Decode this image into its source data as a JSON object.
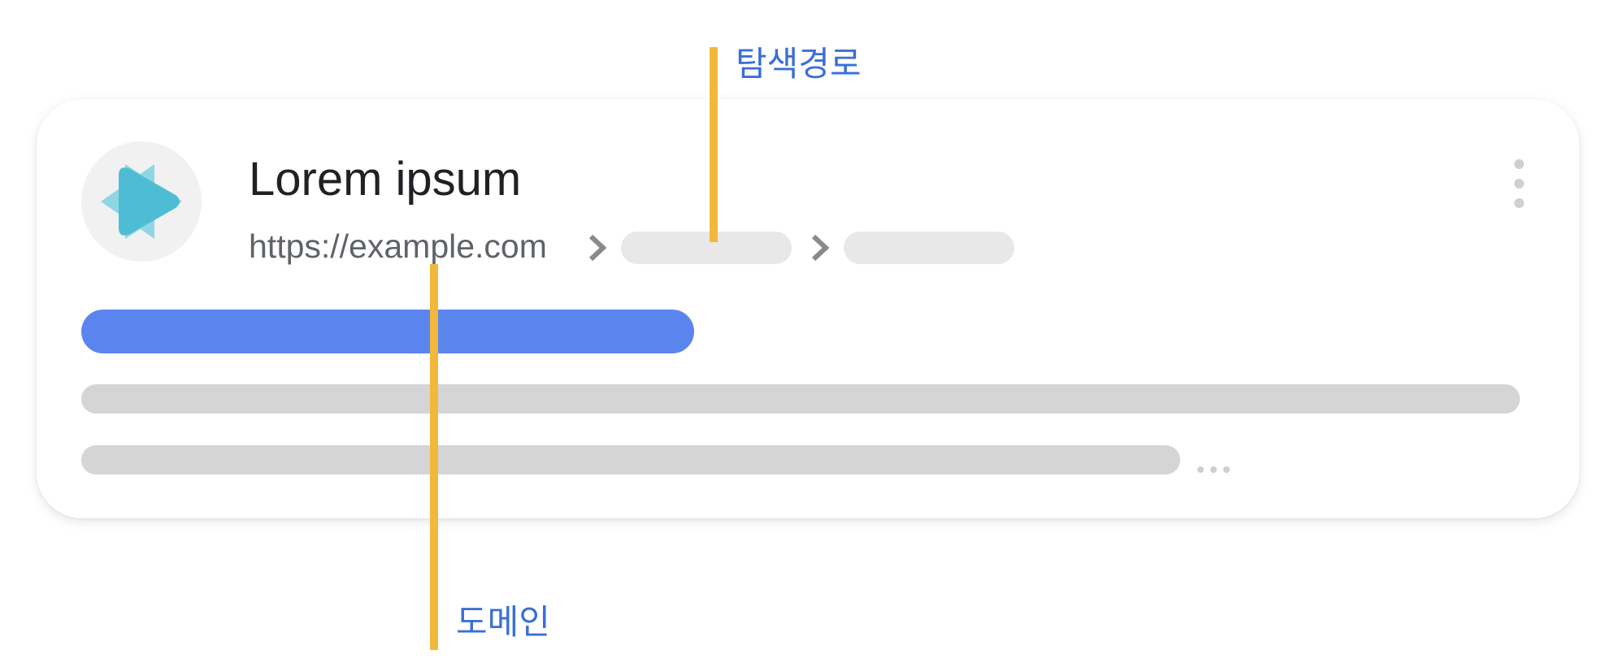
{
  "result_card": {
    "title": "Lorem ipsum",
    "domain": "https://example.com",
    "favicon_icon": "play-icon",
    "menu_icon": "more-vert-icon",
    "breadcrumb_separator_icon": "chevron-right-icon"
  },
  "callouts": {
    "breadcrumb": "탐색경로",
    "domain": "도메인"
  },
  "colors": {
    "callout_line": "#f2b83b",
    "callout_text": "#3a6fd6",
    "highlight_bar": "#5b85ee",
    "placeholder_bar": "#d4d5d4",
    "favicon_bg": "#f1f1f1",
    "favicon_fg": "#4fbcd6"
  }
}
